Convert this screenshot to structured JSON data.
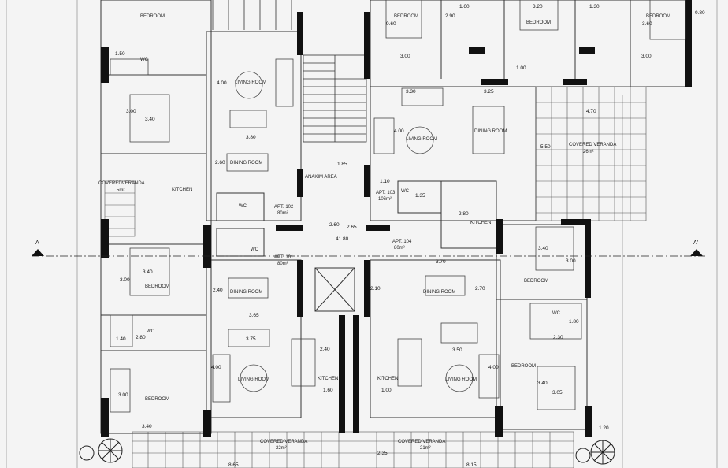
{
  "rooms": {
    "bedroom": "BEDROOM",
    "wc": "WC",
    "living_room": "LIVING ROOM",
    "dining_room": "DINING ROOM",
    "kitchen": "KITCHEN",
    "covered_veranda": "COVERED VERANDA",
    "coveredveranda_short": "COVEREDVERANDA",
    "anakim_area": "ANAKIM AREA"
  },
  "apartments": {
    "apt101": "APT. 101",
    "apt101_area": "80m²",
    "apt102": "APT. 102",
    "apt102_area": "80m²",
    "apt103": "APT. 103",
    "apt103_area": "106m²",
    "apt104": "APT. 104",
    "apt104_area": "80m²"
  },
  "areas": {
    "veranda_26": "26m²",
    "veranda_5": "5m²",
    "veranda_22": "22m²",
    "veranda_21": "21m²",
    "stair_41": "41.80"
  },
  "section": {
    "a_left": "A",
    "a_right": "A'"
  },
  "dims": {
    "d_320": "3.20",
    "d_150": "1.50",
    "d_130": "1.30",
    "d_060": "0.60",
    "d_080": "0.80",
    "d_290": "2.90",
    "d_160": "1.60",
    "d_350": "3.50",
    "d_300": "3.00",
    "d_100": "1.00",
    "d_330": "3.30",
    "d_325": "3.25",
    "d_470": "4.70",
    "d_400": "4.00",
    "d_550": "5.50",
    "d_300b": "3.00",
    "d_340": "3.40",
    "d_380": "3.80",
    "d_260": "2.60",
    "d_185": "1.85",
    "d_110": "1.10",
    "d_135": "1.35",
    "d_280": "2.80",
    "d_265": "2.65",
    "d_260b": "2.60",
    "d_370": "3.70",
    "d_240": "2.40",
    "d_365": "3.65",
    "d_210": "2.10",
    "d_270": "2.70",
    "d_375": "3.75",
    "d_140": "1.40",
    "d_280b": "2.80",
    "d_230": "2.30",
    "d_180": "1.80",
    "d_305": "3.05",
    "d_120": "1.20",
    "d_865": "8.65",
    "d_815": "8.15",
    "d_235": "2.35",
    "d_240b": "2.40",
    "d_160b": "1.60",
    "d_360": "3.60",
    "d_120l": "1.20",
    "d_340b": "3.40",
    "d_300c": "3.00",
    "d_400b": "4.00",
    "d_300d": "3.00",
    "d_340c": "3.40",
    "d_350b": "3.50",
    "d_400c": "4.00"
  }
}
